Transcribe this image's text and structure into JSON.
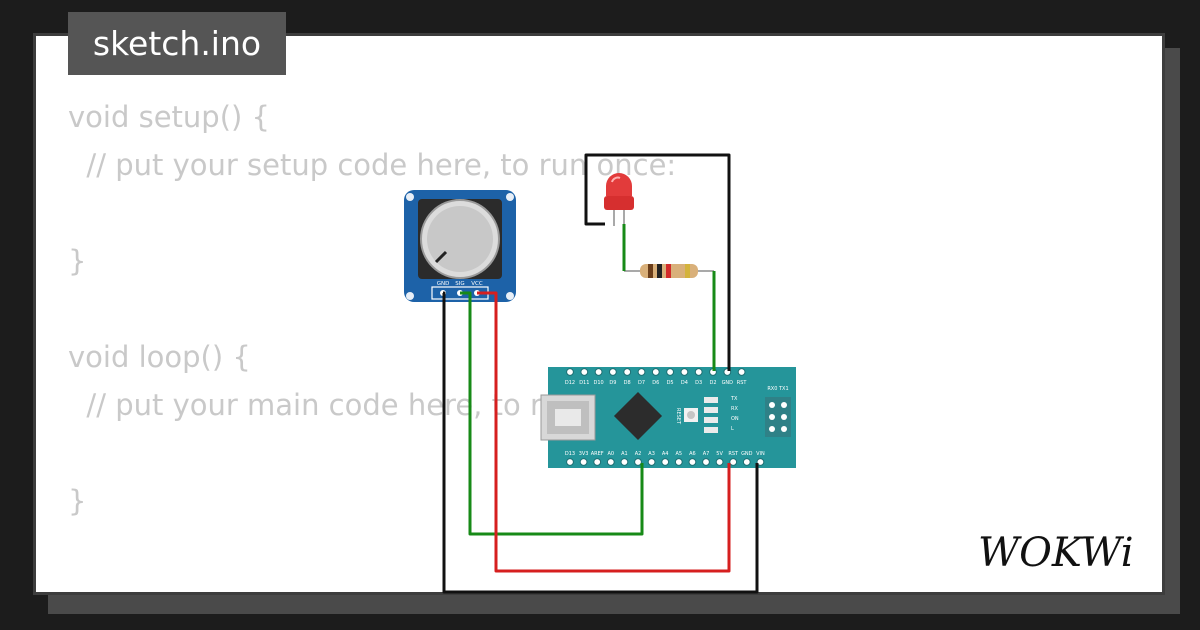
{
  "tab": {
    "filename": "sketch.ino"
  },
  "code": {
    "lines": [
      "void setup() {",
      "  // put your setup code here, to run once:",
      "",
      "}",
      "",
      "void loop() {",
      "  // put your main code here, to run repeatedly:",
      "",
      "}"
    ]
  },
  "potentiometer": {
    "pins": [
      "GND",
      "SIG",
      "VCC"
    ]
  },
  "arduino": {
    "top_pins": [
      "D12",
      "D11",
      "D10",
      "D9",
      "D8",
      "D7",
      "D6",
      "D5",
      "D4",
      "D3",
      "D2",
      "GND",
      "RST"
    ],
    "top_right": "RX0 TX1",
    "bottom_pins": [
      "D13",
      "3V3",
      "AREF",
      "A0",
      "A1",
      "A2",
      "A3",
      "A4",
      "A5",
      "A6",
      "A7",
      "5V",
      "RST",
      "GND",
      "VIN"
    ],
    "reset_label": "RESET",
    "led_labels": [
      "TX",
      "RX",
      "ON",
      "L"
    ]
  },
  "brand": {
    "logo": "WOKWi"
  },
  "colors": {
    "wire_black": "#111111",
    "wire_green": "#178a17",
    "wire_red": "#d61f1f",
    "board": "#25959a",
    "pot_board": "#1d62a8"
  }
}
